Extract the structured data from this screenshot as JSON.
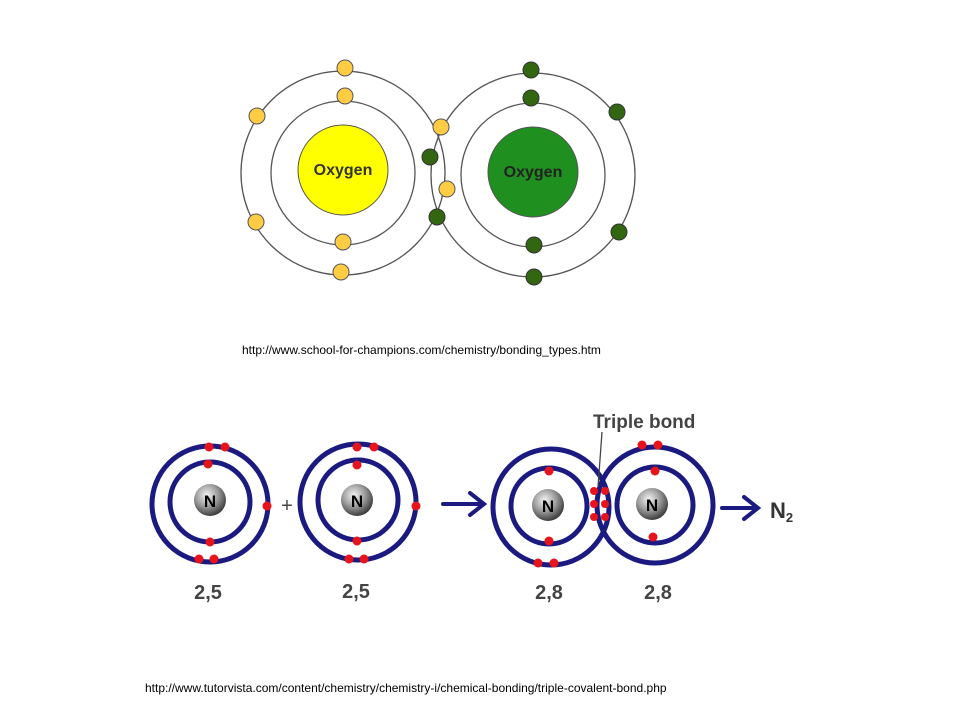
{
  "oxygen_diagram": {
    "atom_left_label": "Oxygen",
    "atom_right_label": "Oxygen",
    "colors": {
      "left_nucleus": "#ffff00",
      "left_electron": "#ffcc44",
      "right_nucleus": "#1f8f1f",
      "right_electron": "#336611",
      "orbit": "#555555"
    },
    "source_url": "http://www.school-for-champions.com/chemistry/bonding_types.htm"
  },
  "nitrogen_diagram": {
    "atom_symbol": "N",
    "plus": "+",
    "arrow": "→",
    "product_main": "N",
    "product_sub": "2",
    "bond_label": "Triple bond",
    "configs": [
      "2,5",
      "2,5",
      "2,8",
      "2,8"
    ],
    "colors": {
      "orbit": "#1a1a80",
      "electron": "#e8141c",
      "arrow": "#1a1a80",
      "nucleus": "#9a9a9a"
    },
    "source_url": "http://www.tutorvista.com/content/chemistry/chemistry-i/chemical-bonding/triple-covalent-bond.php"
  }
}
